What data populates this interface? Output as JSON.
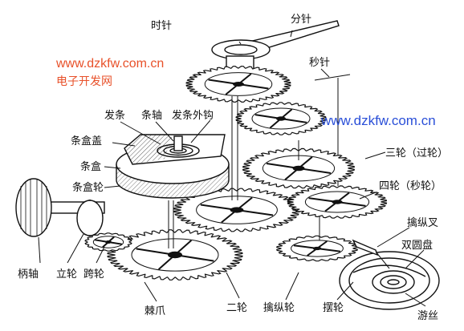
{
  "watermark": {
    "site_left": "www.dzkfw.com.cn",
    "site_name": "电子开发网",
    "site_right": "www.dzkfw.com.cn"
  },
  "labels": {
    "hour_hand": "时针",
    "minute_hand": "分针",
    "second_hand": "秒针",
    "mainspring": "发条",
    "arbor": "条轴",
    "mainspring_hook": "发条外钩",
    "barrel_cover": "条盒盖",
    "barrel": "条盒",
    "barrel_wheel": "条盒轮",
    "third_wheel": "三轮（过轮）",
    "fourth_wheel": "四轮（秒轮）",
    "pallet_fork": "擒纵叉",
    "double_roller": "双圆盘",
    "winding_stem": "柄轴",
    "crown_wheel": "立轮",
    "crossing_wheel": "跨轮",
    "click": "棘爪",
    "center_wheel": "二轮",
    "escape_wheel": "擒纵轮",
    "balance_wheel": "摆轮",
    "hairspring": "游丝"
  }
}
